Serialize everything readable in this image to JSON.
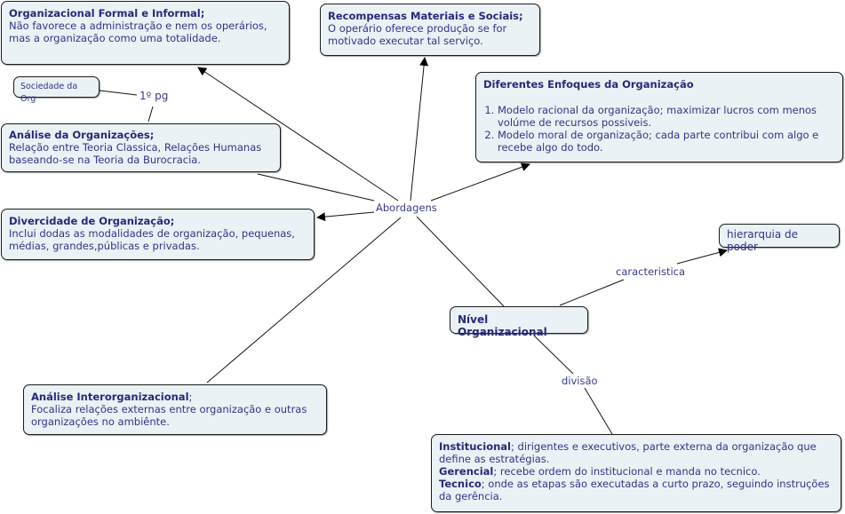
{
  "diagram_type": "concept map",
  "colors": {
    "node_fill": "#ebf2f5",
    "node_border": "#1a1a1a",
    "text": "#333388",
    "title_text": "#28287a",
    "link": "#000000"
  },
  "hub": {
    "label": "Abordagens"
  },
  "nodes": {
    "formal_informal": {
      "title": "Organizacional Formal e Informal;",
      "body": "Não favorece a administração e nem os operários, mas a organização como uma totalidade."
    },
    "recompensas": {
      "title": "Recompensas Materiais e Sociais;",
      "body": "O  operário oferece produção se for motivado executar tal serviço."
    },
    "enfoques": {
      "title": "Diferentes Enfoques da Organização",
      "items": [
        "Modelo racional da organização; maximizar lucros com menos volúme de recursos possiveis.",
        "Modelo moral de organização; cada parte contribui com algo e recebe algo do todo."
      ]
    },
    "sociedade": {
      "label": "Sociedade da Org"
    },
    "analise_org": {
      "title": "Análise da Organizações;",
      "body": "Relação entre Teoria Classica, Relações Humanas baseando-se na Teoria da Burocracia."
    },
    "divercidade": {
      "title": "Divercidade de Organização;",
      "body": "Inclui dodas as modalidades de organização, pequenas, médias, grandes,públicas e privadas."
    },
    "hierarquia": {
      "label": "hierarquia de poder"
    },
    "nivel": {
      "label": "Nível Organizacional"
    },
    "interorg": {
      "title": "Análise Interorganizacional",
      "title_suffix": ";",
      "body": "Focaliza relações externas entre organização e outras organizações no ambiênte."
    },
    "niveis": {
      "rows": [
        {
          "term": "Institucional",
          "text": "; dirigentes e executivos, parte externa da organização que define as estratégias."
        },
        {
          "term": "Gerencial",
          "text": "; recebe ordem do institucional e manda no tecnico."
        },
        {
          "term": "Tecnico",
          "text": "; onde as etapas são executadas a curto prazo, seguindo instruções da gerência."
        }
      ]
    }
  },
  "link_labels": {
    "primeiro_pg": "1º pg",
    "caracteristica": "caracteristica",
    "divisao": "divisão"
  }
}
